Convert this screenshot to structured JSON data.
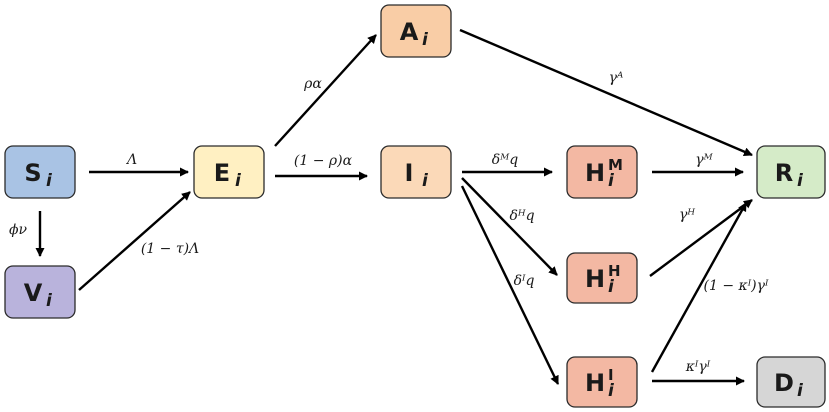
{
  "nodes": [
    {
      "id": "S",
      "main": "S",
      "sub": "i",
      "sup": "",
      "color": "#a9c3e4"
    },
    {
      "id": "V",
      "main": "V",
      "sub": "i",
      "sup": "",
      "color": "#b9b3dc"
    },
    {
      "id": "E",
      "main": "E",
      "sub": "i",
      "sup": "",
      "color": "#fff0c2"
    },
    {
      "id": "A",
      "main": "A",
      "sub": "i",
      "sup": "",
      "color": "#f9cda6"
    },
    {
      "id": "I",
      "main": "I",
      "sub": "i",
      "sup": "",
      "color": "#fbd9b8"
    },
    {
      "id": "HM",
      "main": "H",
      "sub": "i",
      "sup": "M",
      "color": "#f3b8a3"
    },
    {
      "id": "HH",
      "main": "H",
      "sub": "i",
      "sup": "H",
      "color": "#f3b8a3"
    },
    {
      "id": "HI",
      "main": "H",
      "sub": "i",
      "sup": "I",
      "color": "#f3b8a3"
    },
    {
      "id": "R",
      "main": "R",
      "sub": "i",
      "sup": "",
      "color": "#d5ebc8"
    },
    {
      "id": "D",
      "main": "D",
      "sub": "i",
      "sup": "",
      "color": "#d6d6d6"
    }
  ],
  "edges": [
    {
      "from": "S",
      "to": "E",
      "label": "Λ"
    },
    {
      "from": "S",
      "to": "V",
      "label": "ϕν"
    },
    {
      "from": "V",
      "to": "E",
      "label": "(1 − τ)Λ"
    },
    {
      "from": "E",
      "to": "A",
      "label": "ρα"
    },
    {
      "from": "E",
      "to": "I",
      "label": "(1 − ρ)α"
    },
    {
      "from": "A",
      "to": "R",
      "label": "γᴬ"
    },
    {
      "from": "I",
      "to": "HM",
      "label": "δᴹq"
    },
    {
      "from": "I",
      "to": "HH",
      "label": "δᴴq"
    },
    {
      "from": "I",
      "to": "HI",
      "label": "δᴵq"
    },
    {
      "from": "HM",
      "to": "R",
      "label": "γᴹ"
    },
    {
      "from": "HH",
      "to": "R",
      "label": "γᴴ"
    },
    {
      "from": "HI",
      "to": "R",
      "label": "(1 − κᴵ)γᴵ"
    },
    {
      "from": "HI",
      "to": "D",
      "label": "κᴵγᴵ"
    }
  ]
}
